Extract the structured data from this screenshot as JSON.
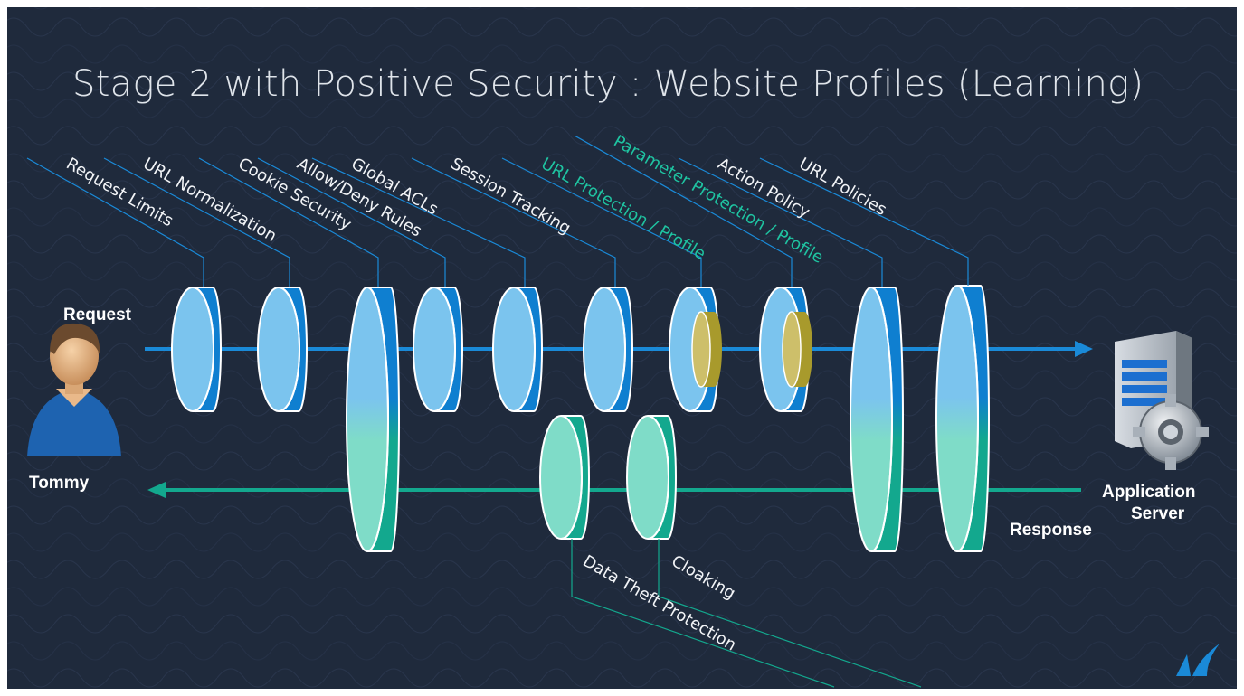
{
  "title": "Stage 2 with Positive Security : Website Profiles (Learning)",
  "request_label": "Request",
  "response_label": "Response",
  "user_label": "Tommy",
  "server_label_line1": "Application",
  "server_label_line2": "Server",
  "request_modules": [
    {
      "label": "Request Limits",
      "learning": false
    },
    {
      "label": "URL Normalization",
      "learning": false
    },
    {
      "label": "Cookie Security",
      "learning": false
    },
    {
      "label": "Allow/Deny Rules",
      "learning": false
    },
    {
      "label": "Global ACLs",
      "learning": false
    },
    {
      "label": "Session Tracking",
      "learning": false
    },
    {
      "label": "URL Protection / Profile",
      "learning": true
    },
    {
      "label": "Parameter Protection / Profile",
      "learning": true
    },
    {
      "label": "Action Policy",
      "learning": false
    },
    {
      "label": "URL Policies",
      "learning": false
    }
  ],
  "response_modules": [
    {
      "label": "Data Theft Protection"
    },
    {
      "label": "Cloaking"
    }
  ],
  "colors": {
    "background": "#1f2a3c",
    "request_blue": "#0f7fd0",
    "request_light": "#7bc4ee",
    "response_green": "#13a88e",
    "response_light": "#7fdcc8",
    "learning_olive": "#a89a2c",
    "text": "#ffffff",
    "learning_text": "#1fc3a1"
  },
  "icons": {
    "user": "user-avatar-icon",
    "server": "server-gear-icon",
    "logo": "barracuda-fin-logo"
  }
}
